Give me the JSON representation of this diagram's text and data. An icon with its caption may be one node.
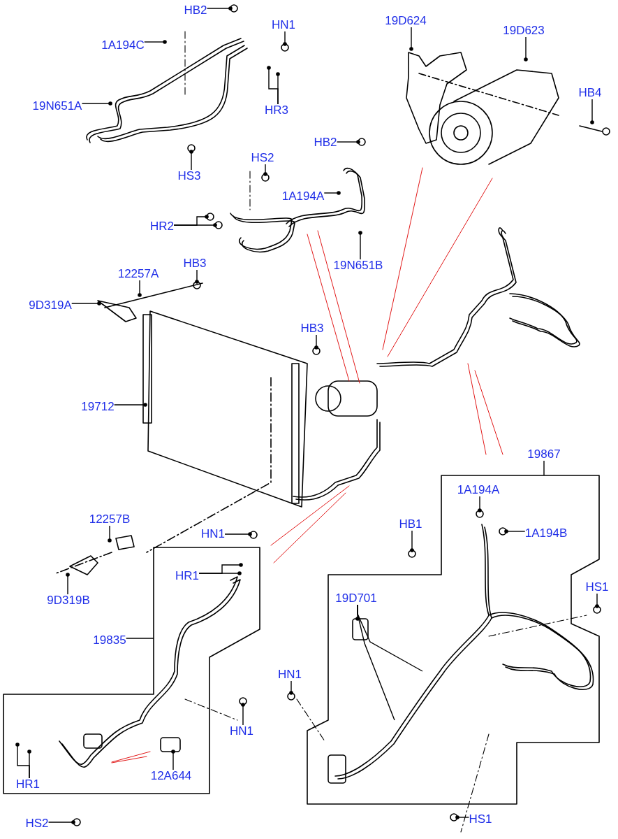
{
  "diagram": {
    "nodes": [
      {
        "text": [
          "HB2"
        ]
      },
      {
        "text": [
          "HN1"
        ]
      },
      {
        "text": [
          "1A194C"
        ]
      },
      {
        "text": [
          "19D624"
        ]
      },
      {
        "text": [
          "19D623"
        ]
      },
      {
        "text": [
          "19N651A"
        ]
      },
      {
        "text": [
          "HR3"
        ]
      },
      {
        "text": [
          "HB4"
        ]
      },
      {
        "text": [
          "HB2"
        ]
      },
      {
        "text": [
          "HS2"
        ]
      },
      {
        "text": [
          "HS3"
        ]
      },
      {
        "text": [
          "1A194A"
        ]
      },
      {
        "text": [
          "HR2"
        ]
      },
      {
        "text": [
          "19N651B"
        ]
      },
      {
        "text": [
          "12257A"
        ]
      },
      {
        "text": [
          "HB3"
        ]
      },
      {
        "text": [
          "9D319A"
        ]
      },
      {
        "text": [
          "HB3"
        ]
      },
      {
        "text": [
          "19712"
        ]
      },
      {
        "text": [
          "19867"
        ]
      },
      {
        "text": [
          "1A194A"
        ]
      },
      {
        "text": [
          "12257B"
        ]
      },
      {
        "text": [
          "HN1"
        ]
      },
      {
        "text": [
          "1A194B"
        ]
      },
      {
        "text": [
          "HB1"
        ]
      },
      {
        "text": [
          "HR1"
        ]
      },
      {
        "text": [
          "HS1"
        ]
      },
      {
        "text": [
          "9D319B"
        ]
      },
      {
        "text": [
          "19D701"
        ]
      },
      {
        "text": [
          "19835"
        ]
      },
      {
        "text": [
          "HN1"
        ]
      },
      {
        "text": [
          "HN1"
        ]
      },
      {
        "text": [
          "12A644"
        ]
      },
      {
        "text": [
          "HR1"
        ]
      },
      {
        "text": [
          "HS2"
        ]
      },
      {
        "text": [
          "HS1"
        ]
      }
    ],
    "edges": [
      {
        "from": 0,
        "to": null,
        "arrow": "other"
      },
      {
        "from": 1,
        "to": null,
        "arrow": "other"
      },
      {
        "from": 2,
        "to": null,
        "arrow": "other"
      },
      {
        "from": 3,
        "to": null,
        "arrow": "other"
      },
      {
        "from": 4,
        "to": null,
        "arrow": "other"
      },
      {
        "from": 5,
        "to": null,
        "arrow": "other"
      },
      {
        "from": 6,
        "to": null,
        "arrow": "other"
      },
      {
        "from": 6,
        "to": null,
        "arrow": "other"
      },
      {
        "from": 7,
        "to": null,
        "arrow": "other"
      },
      {
        "from": 8,
        "to": null,
        "arrow": "other"
      },
      {
        "from": 9,
        "to": null,
        "arrow": "other"
      },
      {
        "from": 10,
        "to": null,
        "arrow": "other"
      },
      {
        "from": 11,
        "to": null,
        "arrow": "other"
      },
      {
        "from": 12,
        "to": null,
        "arrow": "other"
      },
      {
        "from": 12,
        "to": null,
        "arrow": "other"
      },
      {
        "from": 13,
        "to": null,
        "arrow": "other"
      },
      {
        "from": 14,
        "to": null,
        "arrow": "other"
      },
      {
        "from": 15,
        "to": null,
        "arrow": "other"
      },
      {
        "from": 16,
        "to": null,
        "arrow": "other"
      },
      {
        "from": 17,
        "to": null,
        "arrow": "other"
      },
      {
        "from": 18,
        "to": null,
        "arrow": "other"
      },
      {
        "from": 19,
        "to": null,
        "arrow": "none"
      },
      {
        "from": 20,
        "to": null,
        "arrow": "other"
      },
      {
        "from": 21,
        "to": null,
        "arrow": "other"
      },
      {
        "from": 22,
        "to": null,
        "arrow": "other"
      },
      {
        "from": 23,
        "to": null,
        "arrow": "other"
      },
      {
        "from": 24,
        "to": null,
        "arrow": "other"
      },
      {
        "from": 25,
        "to": null,
        "arrow": "other"
      },
      {
        "from": 25,
        "to": null,
        "arrow": "other"
      },
      {
        "from": 26,
        "to": null,
        "arrow": "other"
      },
      {
        "from": 27,
        "to": null,
        "arrow": "other"
      },
      {
        "from": 28,
        "to": null,
        "arrow": "other"
      },
      {
        "from": 28,
        "to": null,
        "arrow": "none"
      },
      {
        "from": 28,
        "to": null,
        "arrow": "none"
      },
      {
        "from": 29,
        "to": null,
        "arrow": "none"
      },
      {
        "from": 30,
        "to": null,
        "arrow": "other"
      },
      {
        "from": 31,
        "to": null,
        "arrow": "other"
      },
      {
        "from": 32,
        "to": null,
        "arrow": "other"
      },
      {
        "from": 33,
        "to": null,
        "arrow": "other"
      },
      {
        "from": 33,
        "to": null,
        "arrow": "other"
      },
      {
        "from": 34,
        "to": null,
        "arrow": "other"
      },
      {
        "from": 35,
        "to": null,
        "arrow": "other"
      }
    ]
  }
}
